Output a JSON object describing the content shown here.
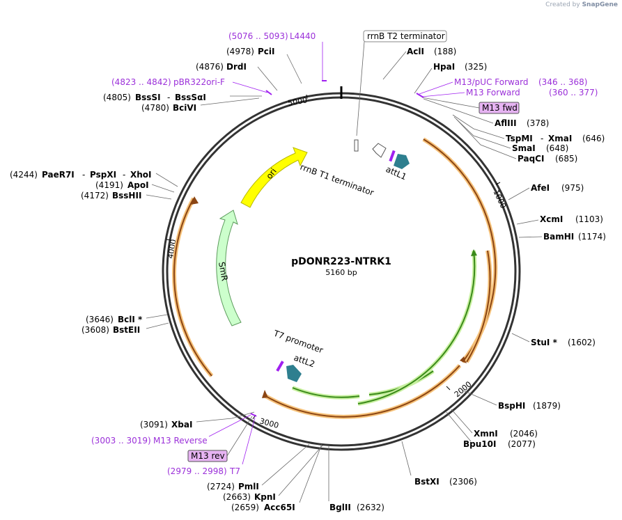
{
  "watermark": {
    "prefix": "Created by",
    "brand": "SnapGene"
  },
  "title": "pDONR223-NTRK1",
  "length": "5160 bp",
  "ticks": [
    "1000",
    "2000",
    "3000",
    "4000",
    "5000"
  ],
  "features": {
    "ori": "ori",
    "smr": "SmR",
    "rrnb_t1": "rrnB T1 terminator",
    "rrnb_t2": "rrnB T2 terminator",
    "attl1": "attL1",
    "attl2": "attL2",
    "t7_promoter": "T7 promoter",
    "m13_fwd_box": "M13 fwd",
    "m13_rev_box": "M13 rev"
  },
  "sites": [
    {
      "name": "AclI",
      "pos": "(188)"
    },
    {
      "name": "HpaI",
      "pos": "(325)"
    },
    {
      "name": "AflIII",
      "pos": "(378)"
    },
    {
      "name": "TspMI",
      "name2": "XmaI",
      "pos": "(646)"
    },
    {
      "name": "SmaI",
      "pos": "(648)"
    },
    {
      "name": "PaqCI",
      "pos": "(685)"
    },
    {
      "name": "AfeI",
      "pos": "(975)"
    },
    {
      "name": "XcmI",
      "pos": "(1103)"
    },
    {
      "name": "BamHI",
      "pos": "(1174)"
    },
    {
      "name": "StuI *",
      "pos": "(1602)"
    },
    {
      "name": "BspHI",
      "pos": "(1879)"
    },
    {
      "name": "XmnI",
      "pos": "(2046)"
    },
    {
      "name": "Bpu10I",
      "pos": "(2077)"
    },
    {
      "name": "BstXI",
      "pos": "(2306)"
    },
    {
      "name": "BglII",
      "pos": "(2632)"
    },
    {
      "name": "Acc65I",
      "pos": "(2659)"
    },
    {
      "name": "KpnI",
      "pos": "(2663)"
    },
    {
      "name": "PmlI",
      "pos": "(2724)"
    },
    {
      "name": "XbaI",
      "pos": "(3091)"
    },
    {
      "name": "BstEII",
      "pos": "(3608)"
    },
    {
      "name": "BclI *",
      "pos": "(3646)"
    },
    {
      "name": "BssHII",
      "pos": "(4172)"
    },
    {
      "name": "ApoI",
      "pos": "(4191)"
    },
    {
      "name": "PaeR7I",
      "name2": "PspXI",
      "name3": "XhoI",
      "pos": "(4244)"
    },
    {
      "name": "BciVI",
      "pos": "(4780)"
    },
    {
      "name": "BssSI",
      "name2": "BssSαI",
      "pos": "(4805)"
    },
    {
      "name": "DrdI",
      "pos": "(4876)"
    },
    {
      "name": "PciI",
      "pos": "(4978)"
    }
  ],
  "primers": [
    {
      "name": "L4440",
      "range": "(5076 .. 5093)"
    },
    {
      "name": "pBR322ori-F",
      "range": "(4823 .. 4842)"
    },
    {
      "name": "M13/pUC Forward",
      "range": "(346 .. 368)"
    },
    {
      "name": "M13 Forward",
      "range": "(360 .. 377)"
    },
    {
      "name": "M13 Reverse",
      "range": "(3003 .. 3019)"
    },
    {
      "name": "T7",
      "range": "(2979 .. 2998)"
    }
  ],
  "colors": {
    "backbone": "#333333",
    "ori": "#ffff00",
    "smr": "#ccffcc",
    "orf_outline": "#e8a33a",
    "orf_fill": "#8b4513",
    "green_orf": "#3a8a1a",
    "green_halo": "#c8f0a0",
    "att": "#2e7f8f",
    "primer": "#a020f0",
    "primer_box": "#e6b3f2"
  }
}
